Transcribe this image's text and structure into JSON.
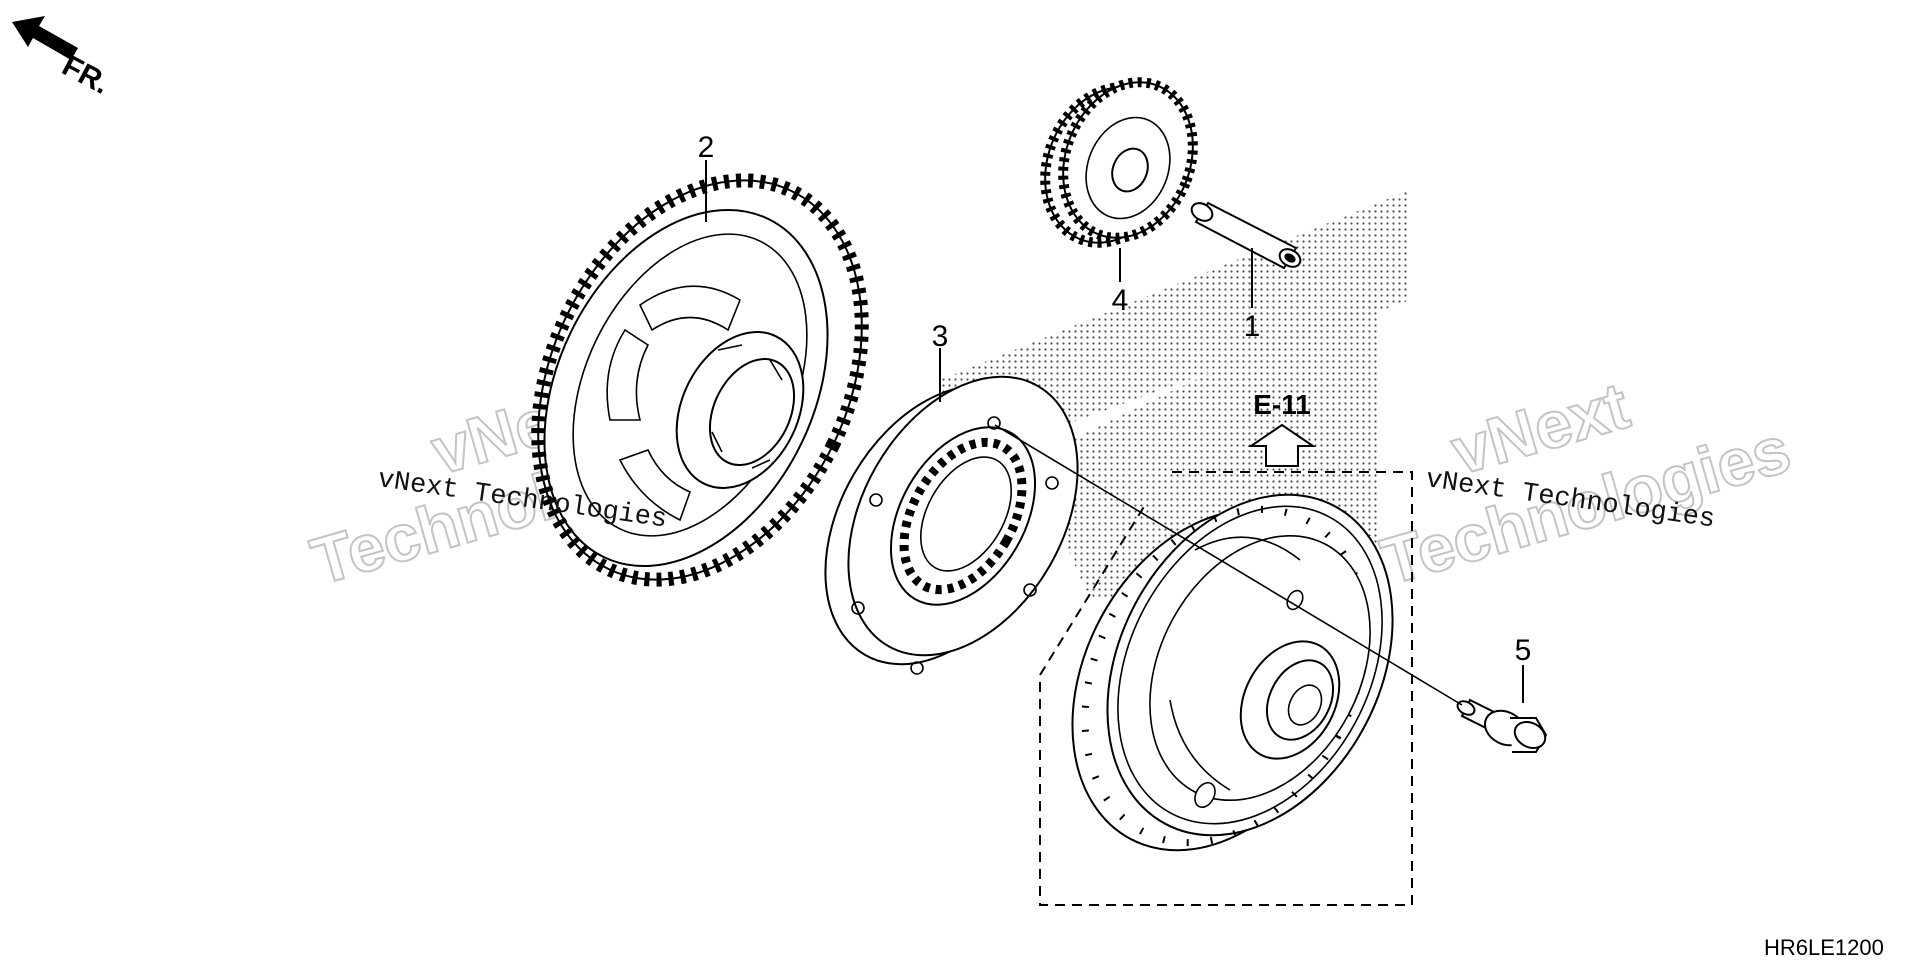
{
  "direction_label": "FR.",
  "callouts": {
    "part1": "1",
    "part2": "2",
    "part3": "3",
    "part4": "4",
    "part5": "5"
  },
  "reference_code": "E-11",
  "diagram_code": "HR6LE1200",
  "watermark": {
    "line": "vNext Technologies",
    "word1": "vNext",
    "word2": "Technologies"
  },
  "colors": {
    "ink": "#000000",
    "background": "#ffffff",
    "watermark": "#c4c4c4"
  }
}
